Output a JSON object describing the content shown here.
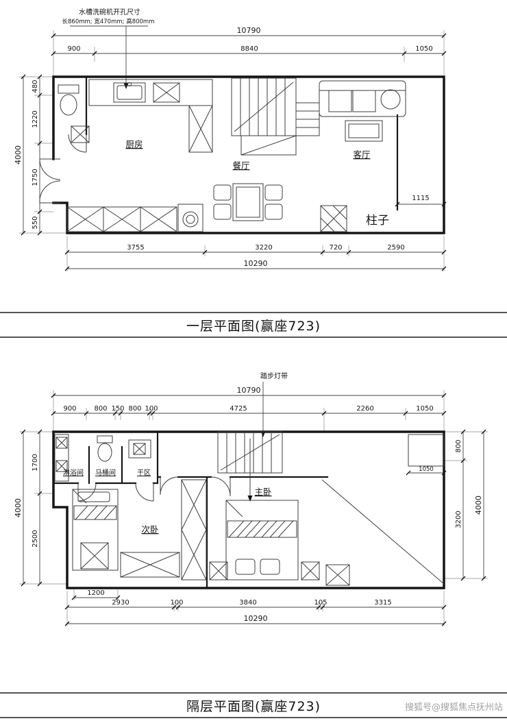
{
  "watermark": "搜狐号@搜狐焦点抚州站",
  "floor1": {
    "title": "一层平面图(赢座723)",
    "note_line1": "水槽洗碗机开孔尺寸",
    "note_line2": "长860mm; 宽470mm; 高800mm",
    "rooms": {
      "kitchen": "厨房",
      "dining": "餐厅",
      "living": "客厅",
      "column": "柱子"
    },
    "dims": {
      "top_total": "10790",
      "top": [
        "900",
        "8840",
        "1050"
      ],
      "left_total": "4000",
      "left": [
        "480",
        "1220",
        "1750",
        "550"
      ],
      "inner_right": "1115",
      "bottom": [
        "3755",
        "3220",
        "720",
        "2590"
      ],
      "bottom_total": "10290"
    }
  },
  "floor2": {
    "title": "隔层平面图(赢座723)",
    "note": "踏步灯带",
    "rooms": {
      "shower": "淋浴间",
      "toilet": "马桶间",
      "dry": "干区",
      "second": "次卧",
      "master": "主卧"
    },
    "dims": {
      "top_total": "10790",
      "top": [
        "900",
        "800",
        "150",
        "800",
        "100",
        "4725",
        "2260",
        "1050"
      ],
      "left_total": "4000",
      "left": [
        "1700",
        "2500"
      ],
      "right_total": "4000",
      "right": [
        "800",
        "3200"
      ],
      "inner_shelf": "1050",
      "sub_bed": "1200",
      "bottom": [
        "2930",
        "100",
        "3840",
        "105",
        "3315"
      ],
      "bottom_total": "10290"
    }
  }
}
